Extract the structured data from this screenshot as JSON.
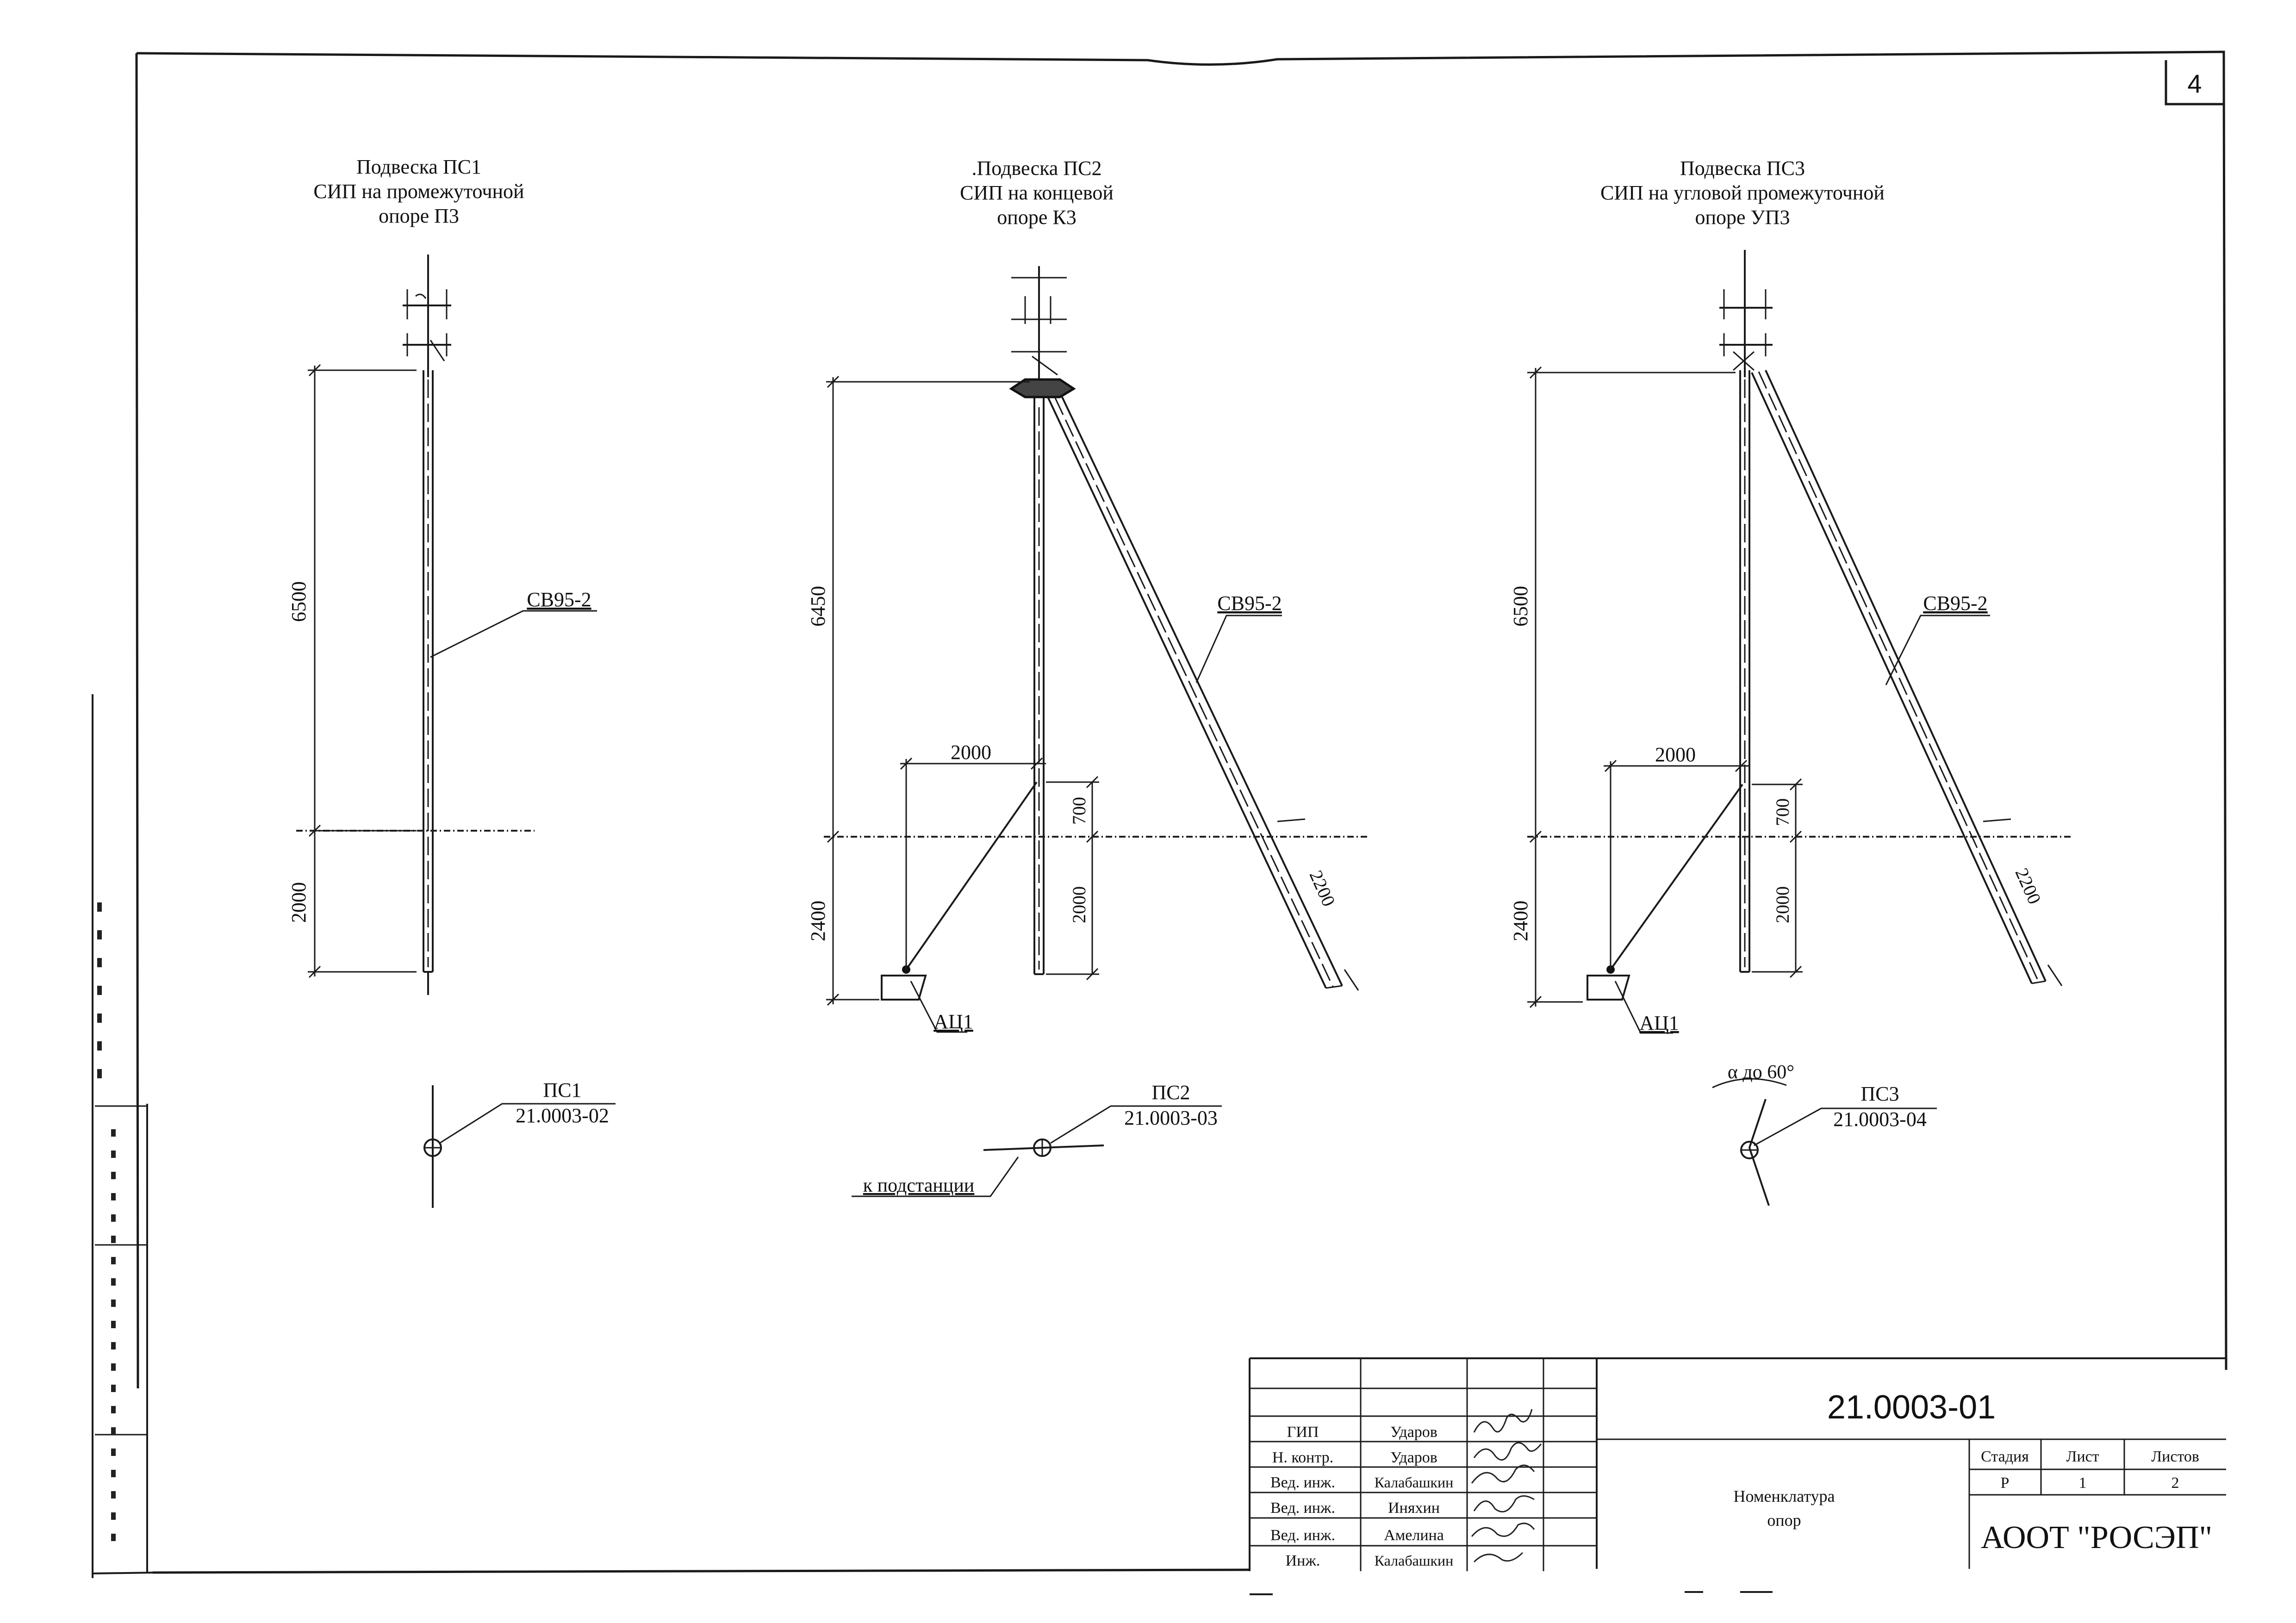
{
  "sheet": {
    "number": "4",
    "code": "21.0003-01",
    "title_line1": "Номенклатура",
    "title_line2": "опор",
    "company": "АООТ \"РОСЭП\"",
    "stage_header": "Стадия",
    "sheet_header": "Лист",
    "sheets_header": "Листов",
    "stage": "Р",
    "sheet_no": "1",
    "sheets_total": "2"
  },
  "signatures": [
    {
      "role": "ГИП",
      "name": "Ударов"
    },
    {
      "role": "Н. контр.",
      "name": "Ударов"
    },
    {
      "role": "Вед. инж.",
      "name": "Калабашкин"
    },
    {
      "role": "Вед. инж.",
      "name": "Иняхин"
    },
    {
      "role": "Вед. инж.",
      "name": "Амелина"
    },
    {
      "role": "Инж.",
      "name": "Калабашкин"
    }
  ],
  "panels": [
    {
      "title": [
        "Подвеска ПС1",
        "СИП на промежуточной",
        "опоре П3"
      ],
      "pole_label": "СВ95-2",
      "dims": {
        "height": "6500",
        "below": "2000"
      },
      "plan": {
        "label": "ПС1",
        "code": "21.0003-02"
      }
    },
    {
      "title": [
        ".Подвеска ПС2",
        "СИП на концевой",
        "опоре К3"
      ],
      "pole_label": "СВ95-2",
      "dims": {
        "height": "6450",
        "below": "2400",
        "horizontal": "2000",
        "upper": "700",
        "lower": "2000",
        "strut": "2200"
      },
      "anchor_label": "АЦ1",
      "plan": {
        "label": "ПС2",
        "code": "21.0003-03",
        "note": "к подстанции"
      }
    },
    {
      "title": [
        "Подвеска ПС3",
        "СИП на угловой промежуточной",
        "опоре УП3"
      ],
      "pole_label": "СВ95-2",
      "dims": {
        "height": "6500",
        "below": "2400",
        "horizontal": "2000",
        "upper": "700",
        "lower": "2000",
        "strut": "2200"
      },
      "anchor_label": "АЦ1",
      "plan": {
        "label": "ПС3",
        "code": "21.0003-04",
        "angle": "α до 60°"
      }
    }
  ]
}
